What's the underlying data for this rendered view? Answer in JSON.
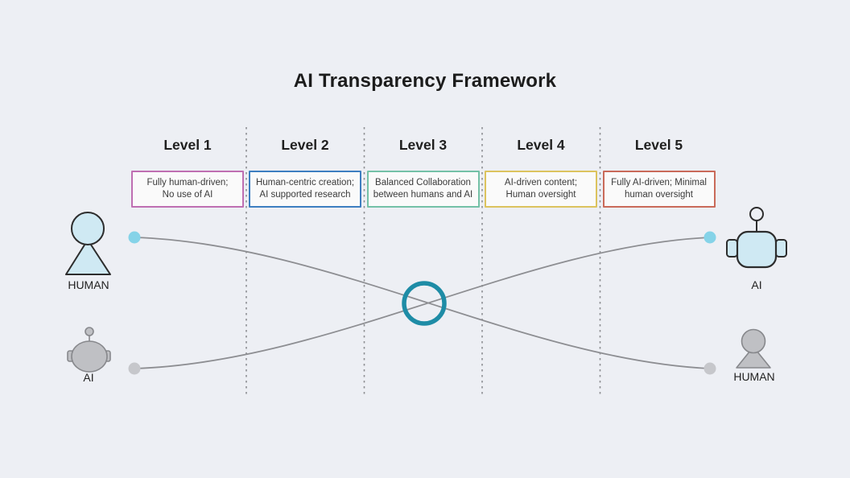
{
  "title": "AI Transparency Framework",
  "levels": [
    {
      "label": "Level 1",
      "desc1": "Fully human-driven;",
      "desc2": "No use of AI",
      "border_color": "#bf6fb2"
    },
    {
      "label": "Level 2",
      "desc1": "Human-centric creation;",
      "desc2": "AI supported research",
      "border_color": "#3d7ec0"
    },
    {
      "label": "Level 3",
      "desc1": "Balanced Collaboration",
      "desc2": "between humans and AI",
      "border_color": "#74c1a7"
    },
    {
      "label": "Level 4",
      "desc1": "AI-driven content;",
      "desc2": "Human oversight",
      "border_color": "#dcc35e"
    },
    {
      "label": "Level 5",
      "desc1": "Fully AI-driven; Minimal",
      "desc2": "human oversight",
      "border_color": "#c96a59"
    }
  ],
  "endpoints": {
    "left_top_label": "HUMAN",
    "left_bottom_label": "AI",
    "right_top_label": "AI",
    "right_bottom_label": "HUMAN"
  },
  "colors": {
    "background": "#edeff4",
    "curve": "#8d8e92",
    "dashed_line": "#8d8e92",
    "active_dot": "#85d3e8",
    "inactive_dot": "#c6c7cb",
    "crossover_ring": "#1e8ca6",
    "figure_blue": "#cfe9f3",
    "figure_gray": "#bfc0c4"
  }
}
